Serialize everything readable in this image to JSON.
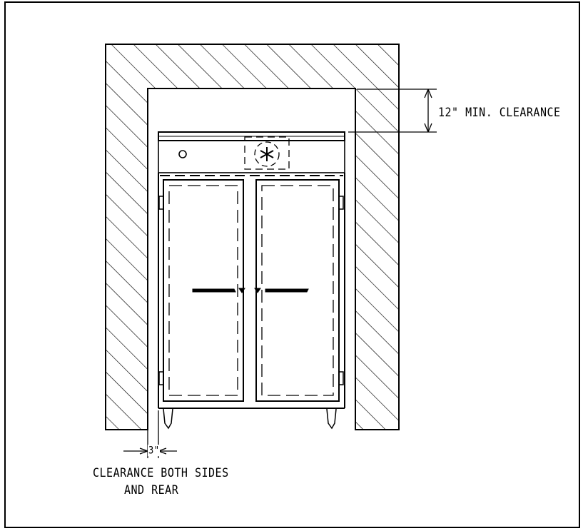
{
  "diagram": {
    "labels": {
      "top_clearance": "12\" MIN. CLEARANCE",
      "side_dim": "3\"",
      "side_clearance_line1": "CLEARANCE BOTH SIDES",
      "side_clearance_line2": "AND REAR"
    },
    "colors": {
      "ink": "#000000",
      "paper": "#ffffff"
    }
  }
}
